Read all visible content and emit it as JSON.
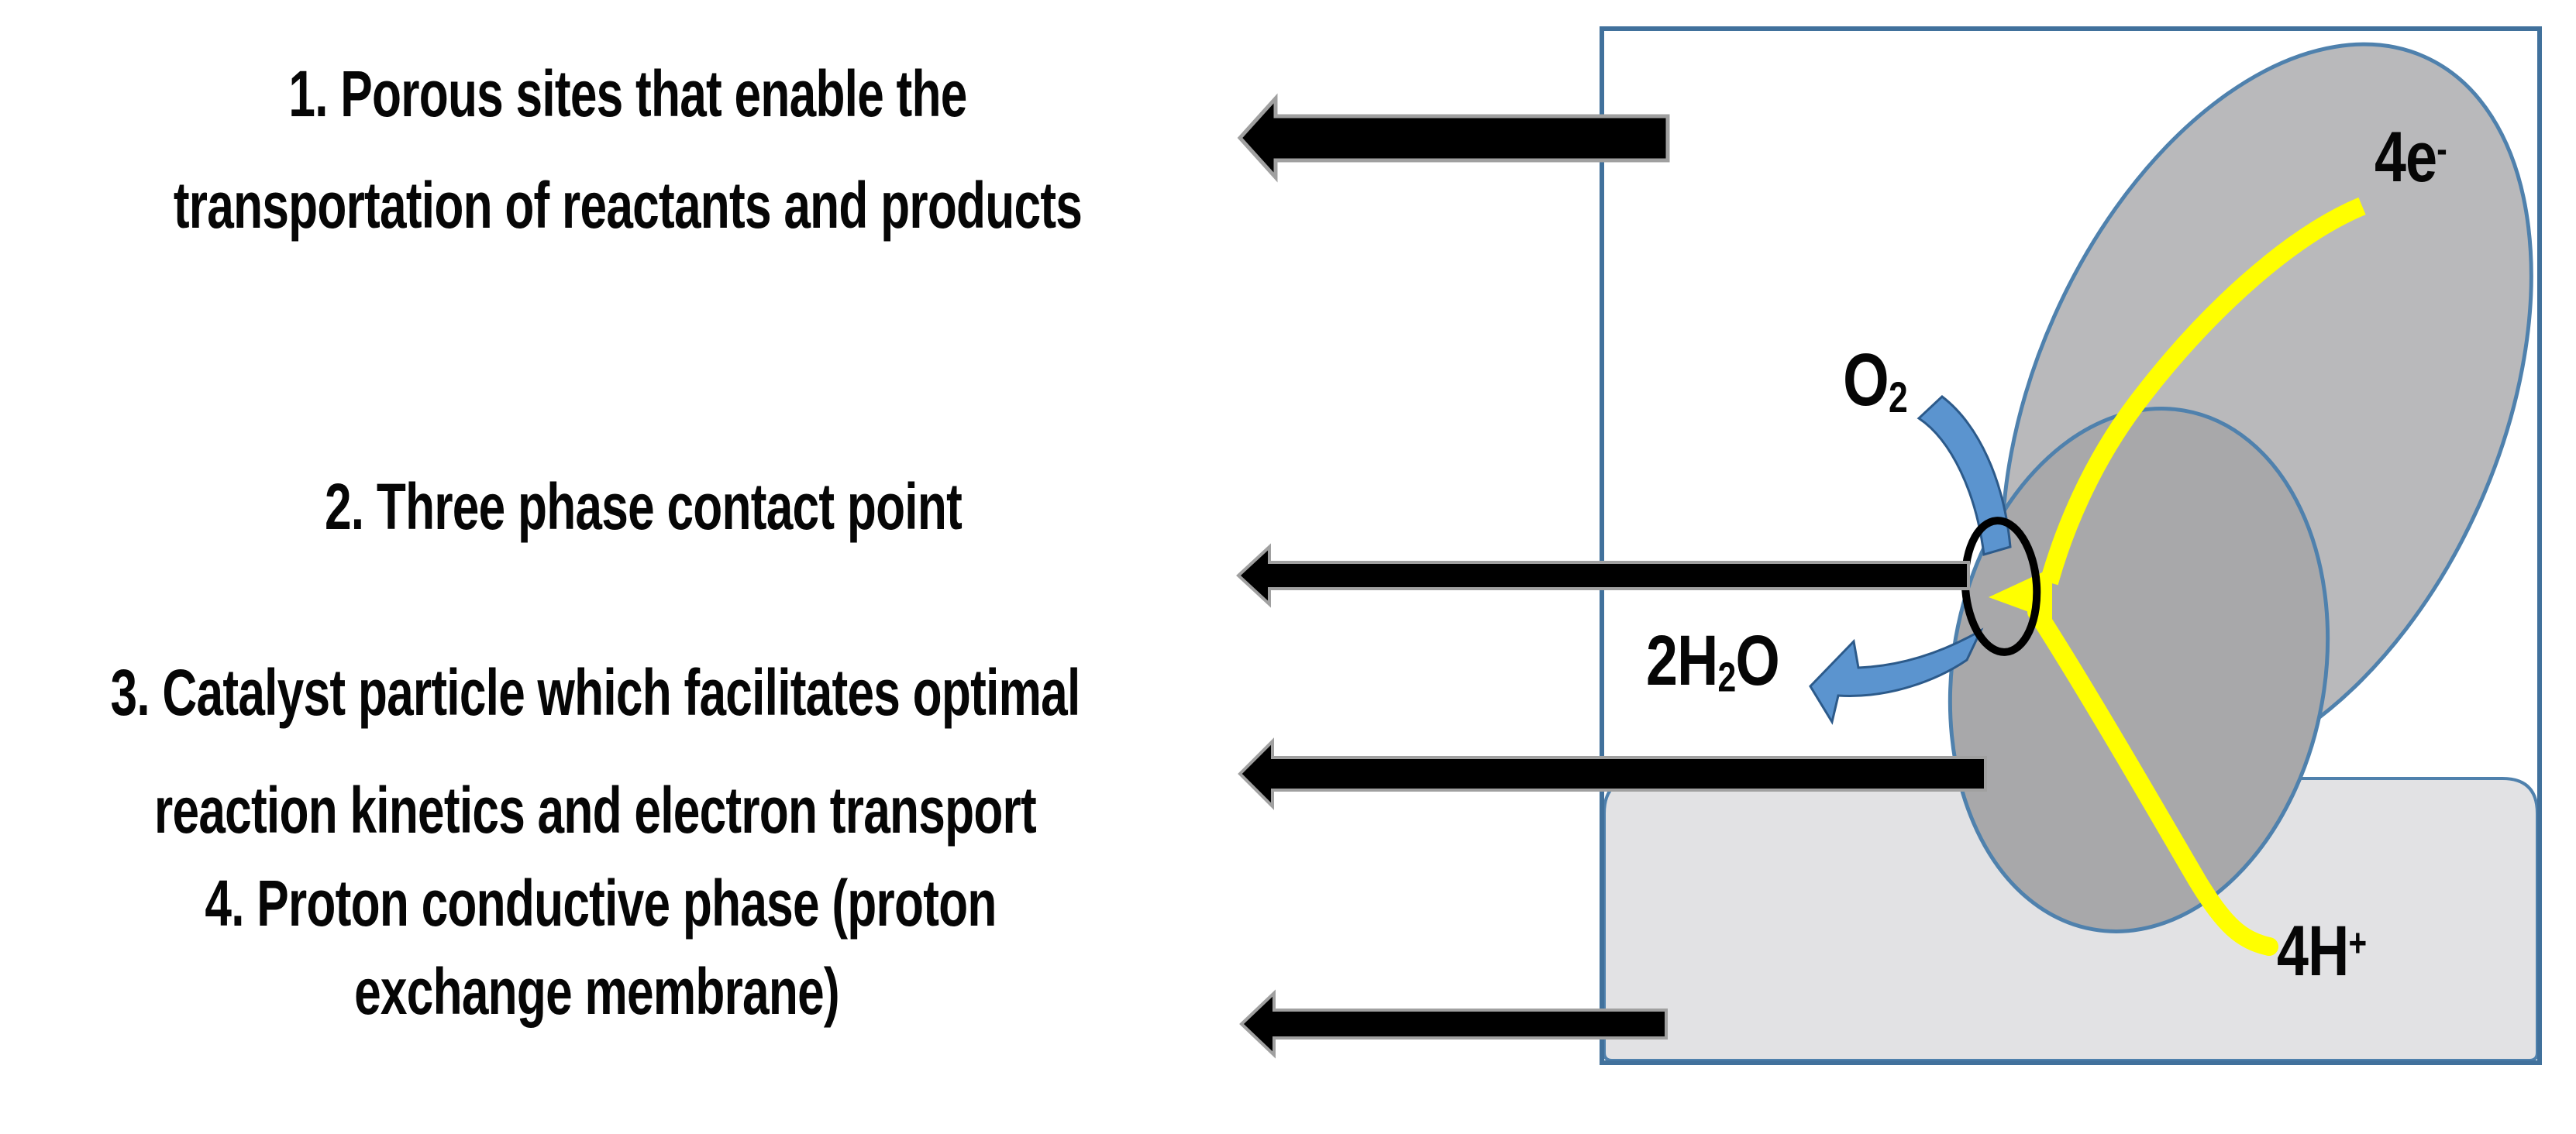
{
  "left_labels": {
    "item1_line1": "1. Porous sites that enable the",
    "item1_line2": "transportation of reactants and products",
    "item2": "2. Three phase contact point",
    "item3_line1": "3. Catalyst particle which facilitates optimal",
    "item3_line2": "reaction kinetics and electron transport",
    "item4_line1": "4. Proton conductive phase (proton",
    "item4_line2": "exchange membrane)"
  },
  "chem_labels": {
    "electrons": {
      "main": "4e",
      "sup": "-"
    },
    "oxygen": {
      "main": "O",
      "sub": "2"
    },
    "water": {
      "coef": "2H",
      "sub": "2",
      "tail": "O"
    },
    "protons": {
      "main": "4H",
      "sup": "+"
    }
  },
  "colors": {
    "box_border": "#41719c",
    "shape_border": "#4f81ad",
    "support_fill": "#b9b9bb",
    "catalyst_fill": "#a8a8aa",
    "membrane_fill": "#e2e2e4",
    "electron_yellow": "#ffff00",
    "flow_arrow_blue": "#5b94cf",
    "flow_arrow_edge": "#2c5a8a",
    "black_arrow": "#000000",
    "black_arrow_halo": "#a0a0a0",
    "ring_black": "#000000",
    "box_fill": "#ffffff"
  }
}
